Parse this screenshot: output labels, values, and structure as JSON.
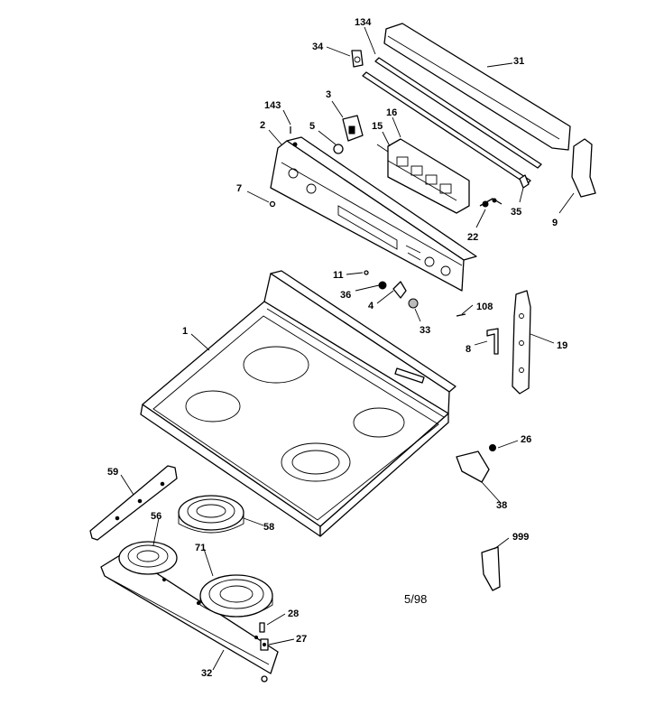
{
  "labels": {
    "p134": "134",
    "p34": "34",
    "p31": "31",
    "p3": "3",
    "p143": "143",
    "p16": "16",
    "p2": "2",
    "p5": "5",
    "p15": "15",
    "p7": "7",
    "p35": "35",
    "p9": "9",
    "p22": "22",
    "p11": "11",
    "p36": "36",
    "p4": "4",
    "p108": "108",
    "p33": "33",
    "p1": "1",
    "p8": "8",
    "p19": "19",
    "p26": "26",
    "p59": "59",
    "p38": "38",
    "p56": "56",
    "p58": "58",
    "p999": "999",
    "p71": "71",
    "p28": "28",
    "p27": "27",
    "p32": "32"
  },
  "date_code": "5/98"
}
